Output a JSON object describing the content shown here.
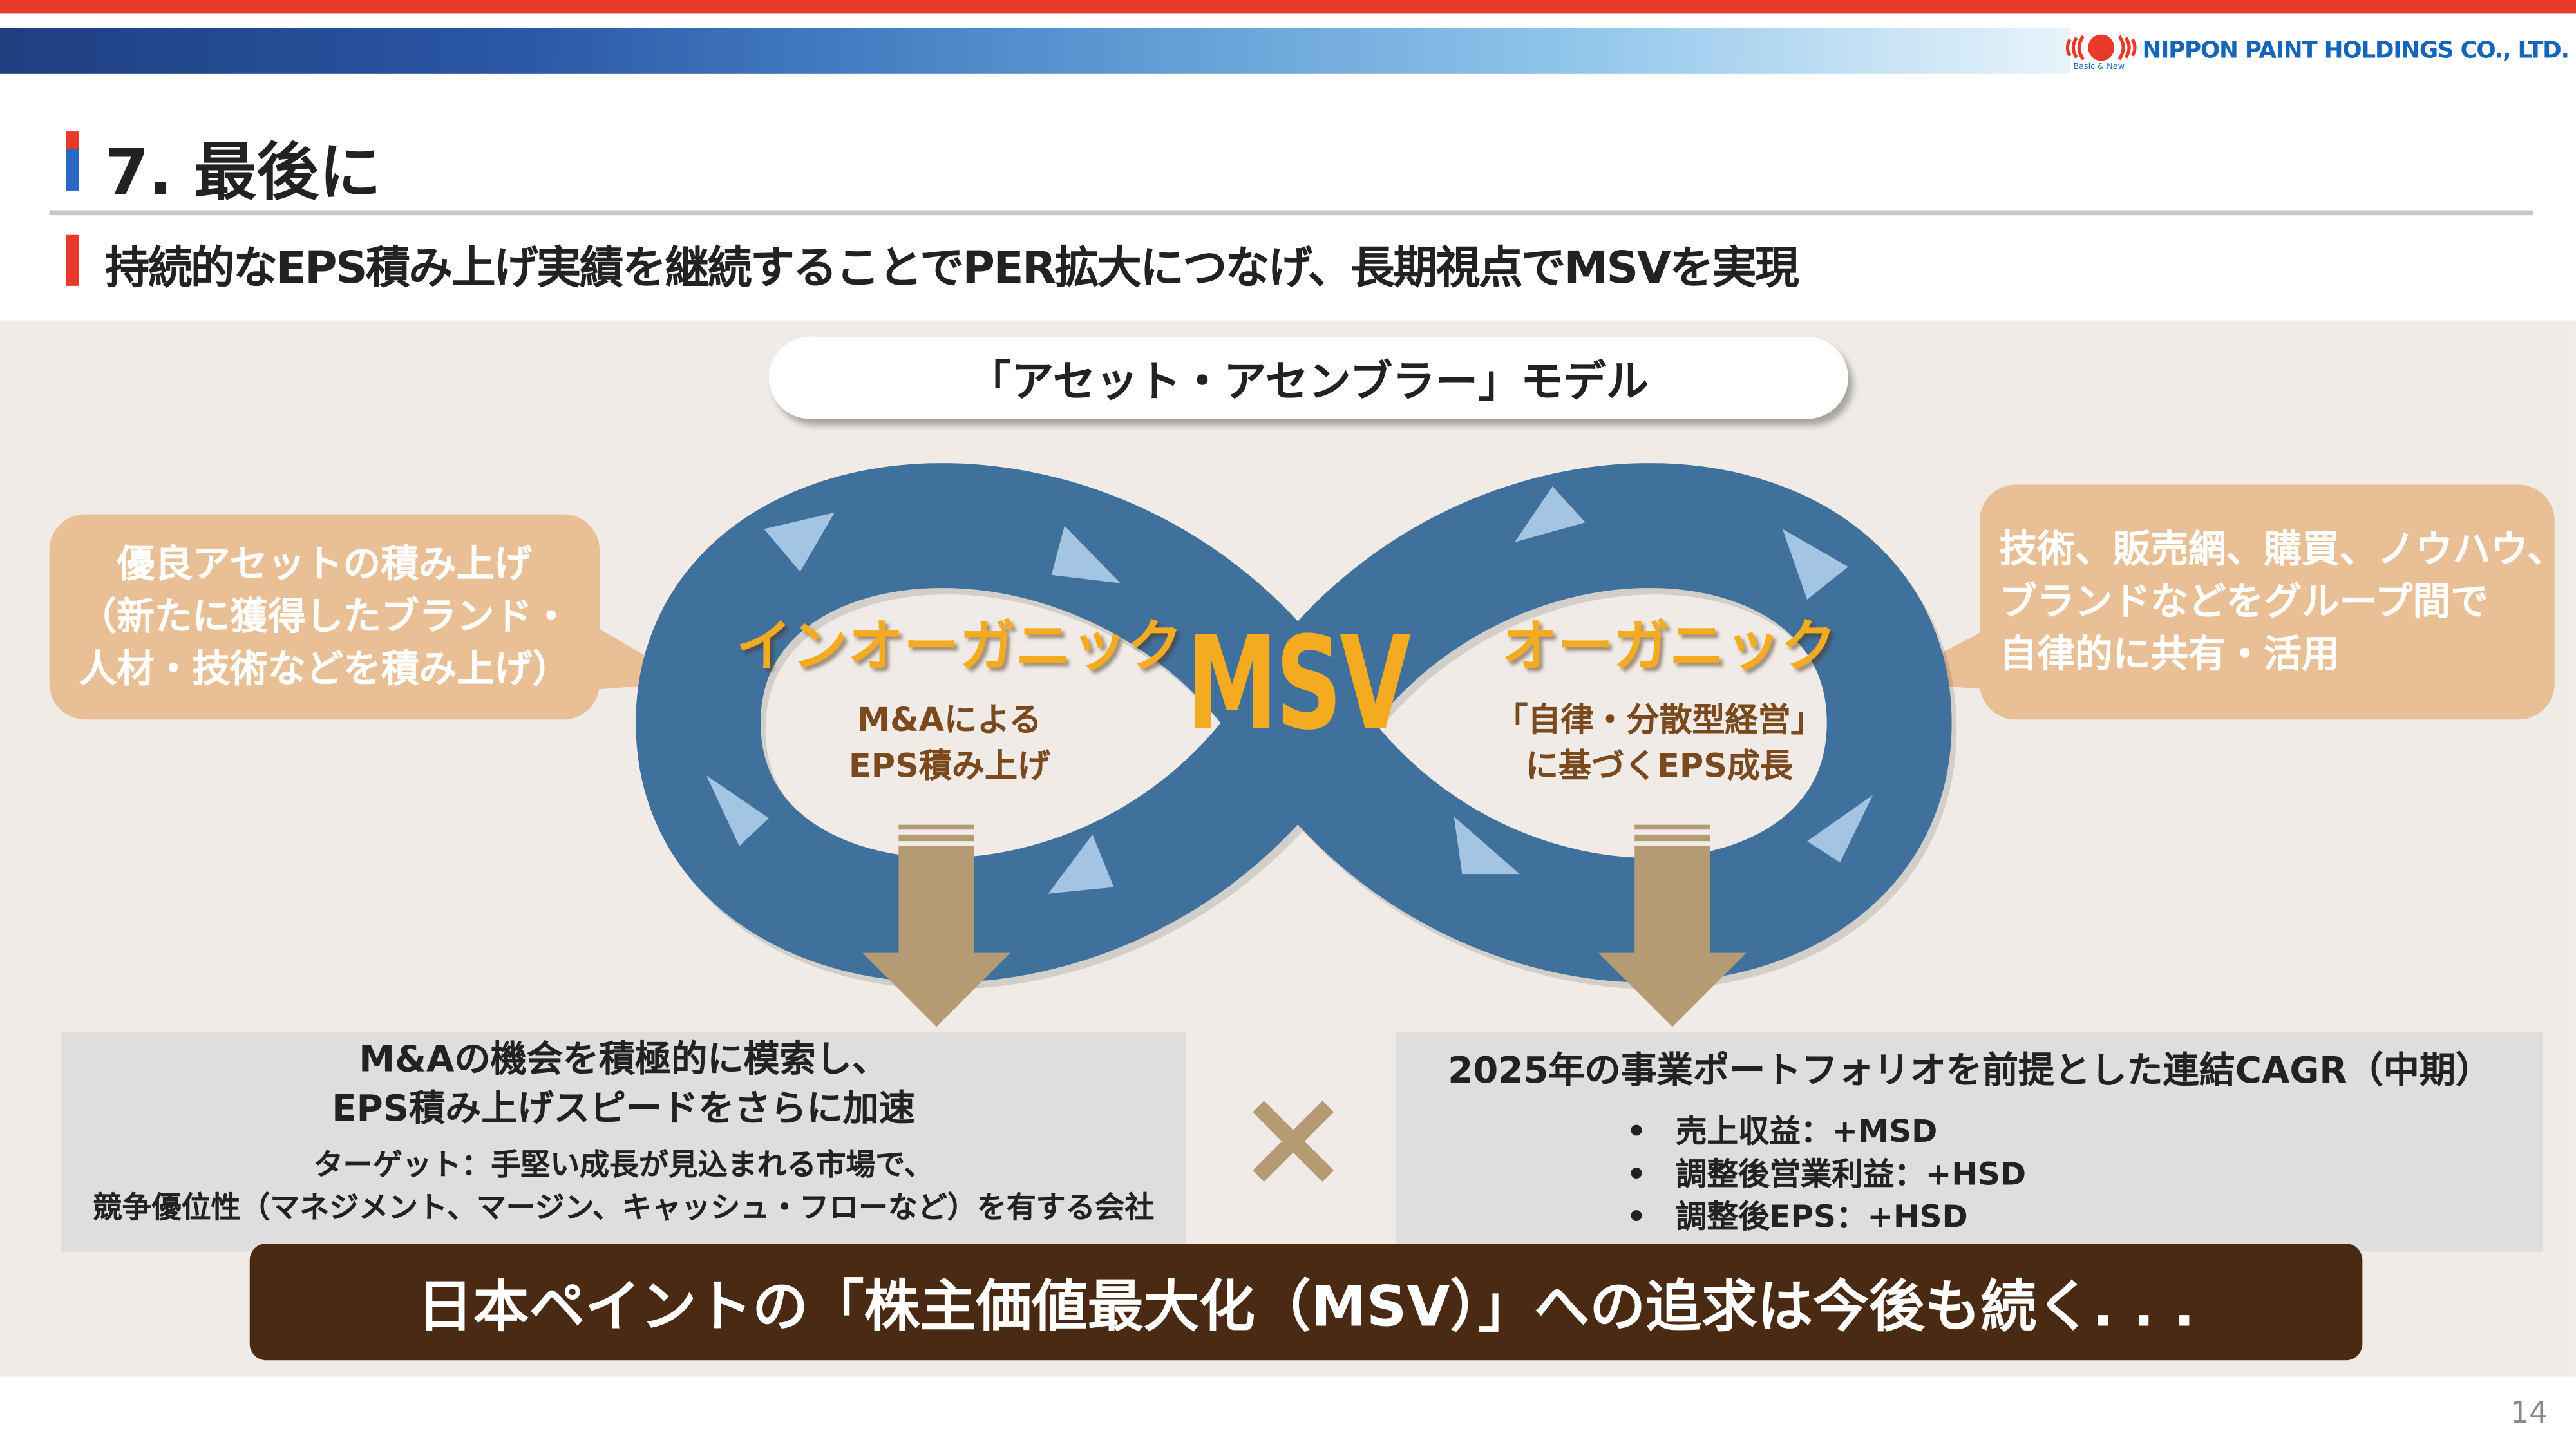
{
  "header": {
    "company": "NIPPON PAINT HOLDINGS CO., LTD.",
    "tagline": "Basic & New",
    "title": "7. 最後に",
    "subtitle": "持続的なEPS積み上げ実績を継続することでPER拡大につなげ、長期視点でMSVを実現"
  },
  "model": {
    "title": "「アセット・アセンブラー」モデル",
    "left_callout": [
      "優良アセットの積み上げ",
      "（新たに獲得したブランド・",
      "人材・技術などを積み上げ）"
    ],
    "right_callout": [
      "技術、販売網、購買、ノウハウ、",
      "ブランドなどをグループ間で",
      "自律的に共有・活用"
    ],
    "center": "MSV",
    "inorganic": {
      "label": "インオーガニック",
      "desc": [
        "M&Aによる",
        "EPS積み上げ"
      ]
    },
    "organic": {
      "label": "オーガニック",
      "desc": [
        "「自律・分散型経営」",
        "に基づくEPS成長"
      ]
    }
  },
  "left_box": {
    "heading": [
      "M&Aの機会を積極的に模索し、",
      "EPS積み上げスピードをさらに加速"
    ],
    "detail": [
      "ターゲット：手堅い成長が見込まれる市場で、",
      "競争優位性（マネジメント、マージン、キャッシュ・フローなど）を有する会社"
    ]
  },
  "multiply": "×",
  "right_box": {
    "heading": "2025年の事業ポートフォリオを前提とした連結CAGR（中期）",
    "bullet": "•",
    "items": [
      "売上収益：+MSD",
      "調整後営業利益：+HSD",
      "調整後EPS：+HSD"
    ]
  },
  "banner": "日本ペイントの「株主価値最大化（MSV）」への追求は今後も続く. . .",
  "page_number": "14",
  "colors": {
    "red": "#e8392a",
    "ring": "#40709c",
    "accent": "#f5ab1f",
    "arrow": "#b59b74",
    "banner": "#4a2a12"
  }
}
